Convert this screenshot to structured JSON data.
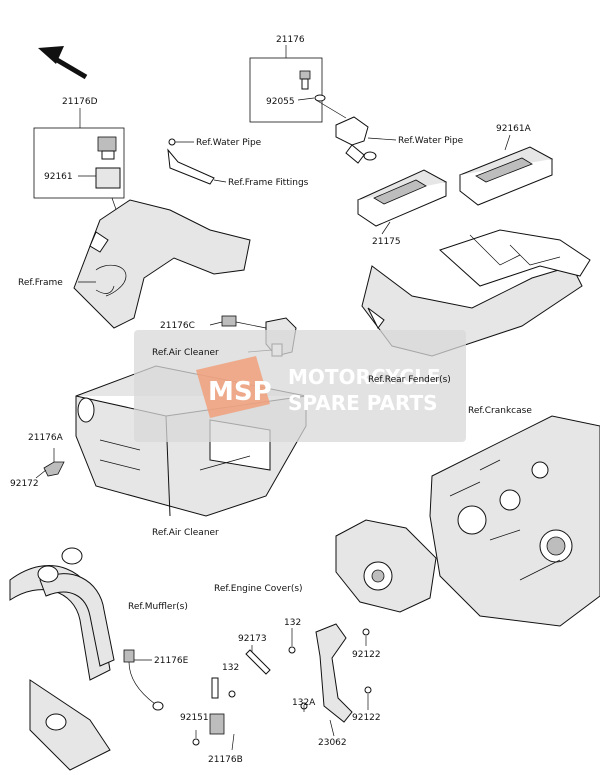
{
  "watermark": {
    "brand": "MSP",
    "line1": "MOTORCYCLE",
    "line2": "SPARE PARTS"
  },
  "labels": {
    "p21176": "21176",
    "p92055": "92055",
    "p21176D": "21176D",
    "p92161": "92161",
    "ref_water_pipe_1": "Ref.Water Pipe",
    "ref_water_pipe_2": "Ref.Water Pipe",
    "ref_frame_fittings": "Ref.Frame Fittings",
    "p92161A": "92161A",
    "p21175": "21175",
    "ref_frame": "Ref.Frame",
    "p21176C": "21176C",
    "ref_air_cleaner_1": "Ref.Air Cleaner",
    "ref_rear_fender": "Ref.Rear Fender(s)",
    "ref_crankcase": "Ref.Crankcase",
    "p21176A": "21176A",
    "p92172": "92172",
    "ref_air_cleaner_2": "Ref.Air Cleaner",
    "ref_engine_cover": "Ref.Engine Cover(s)",
    "ref_muffler": "Ref.Muffler(s)",
    "p132_a": "132",
    "p92173": "92173",
    "p92122_a": "92122",
    "p21176E": "21176E",
    "p132_b": "132",
    "p132A": "132A",
    "p92151": "92151",
    "p92122_b": "92122",
    "p23062": "23062",
    "p21176B": "21176B"
  },
  "icons": {
    "direction_arrow": "front-direction-arrow-icon"
  },
  "colors": {
    "watermark_bg": "#d8d8d8",
    "watermark_logo": "#f0a07a",
    "watermark_text": "#ffffff"
  }
}
